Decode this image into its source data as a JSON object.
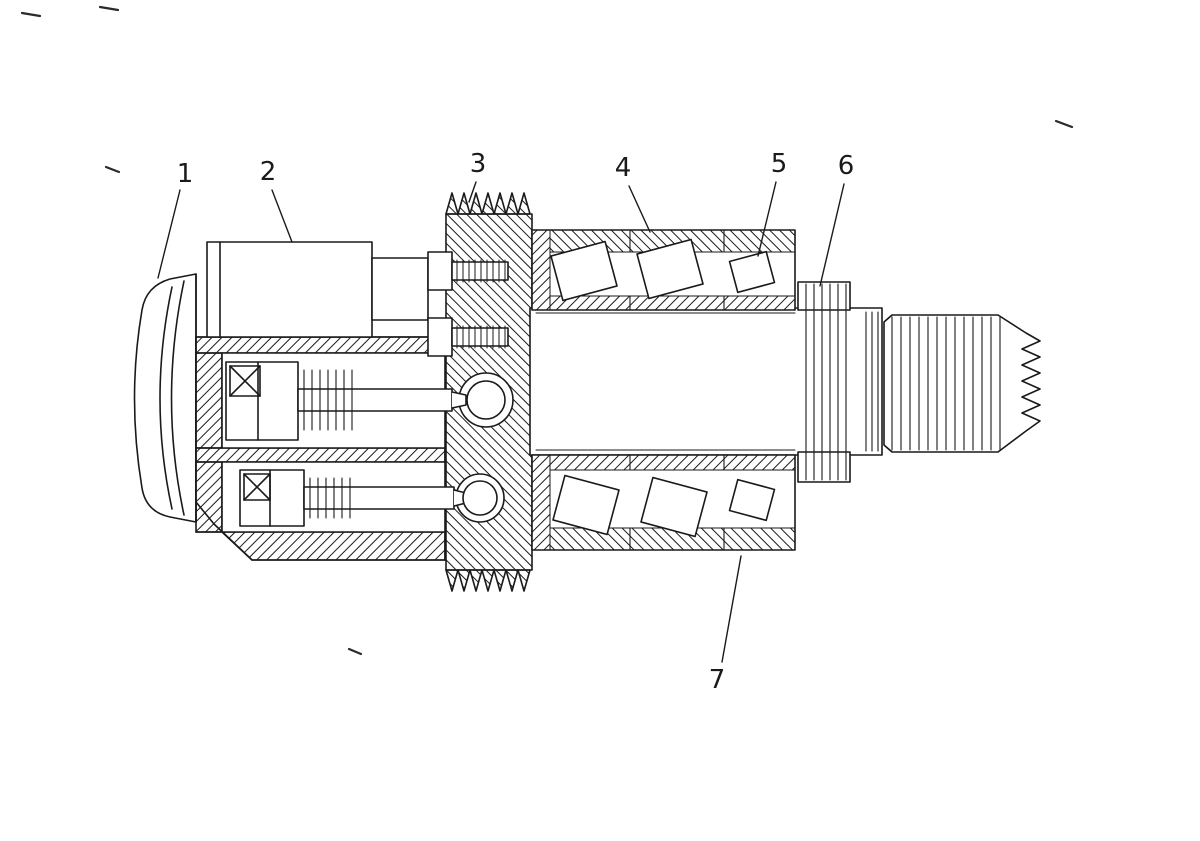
{
  "figure": {
    "background_color": "#ffffff",
    "ink_color": "#1a1a1a",
    "callouts": [
      {
        "label": "1"
      },
      {
        "label": "2"
      },
      {
        "label": "3"
      },
      {
        "label": "4"
      },
      {
        "label": "5"
      },
      {
        "label": "6"
      },
      {
        "label": "7"
      }
    ]
  }
}
